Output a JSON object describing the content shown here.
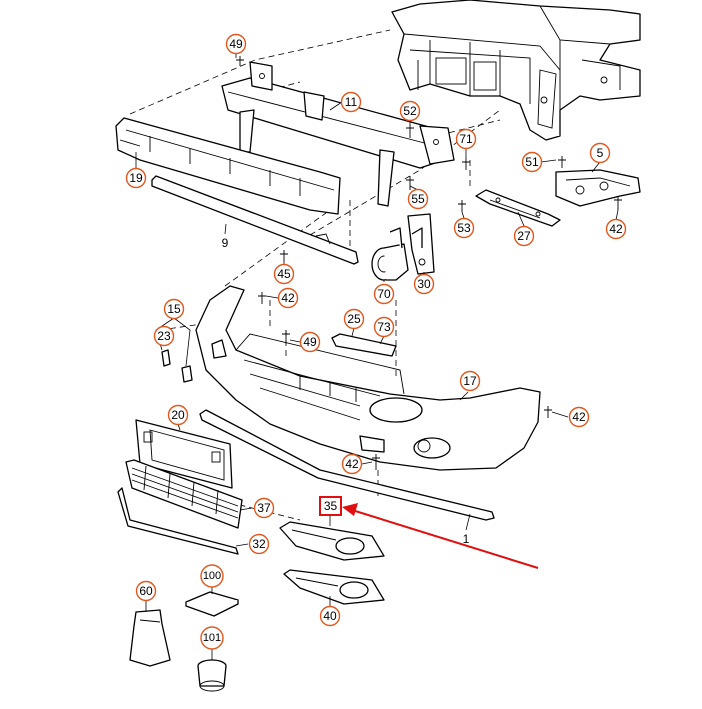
{
  "colors": {
    "callout_ring": "#e2571e",
    "highlight": "#e01010",
    "line": "#000000",
    "background": "#ffffff"
  },
  "callouts": [
    {
      "id": "c49a",
      "label": "49"
    },
    {
      "id": "c11",
      "label": "11"
    },
    {
      "id": "c52",
      "label": "52"
    },
    {
      "id": "c71",
      "label": "71"
    },
    {
      "id": "c19",
      "label": "19"
    },
    {
      "id": "c55",
      "label": "55"
    },
    {
      "id": "c51",
      "label": "51"
    },
    {
      "id": "c5",
      "label": "5"
    },
    {
      "id": "c53",
      "label": "53"
    },
    {
      "id": "c27",
      "label": "27"
    },
    {
      "id": "c42a",
      "label": "42"
    },
    {
      "id": "c9",
      "label": "9"
    },
    {
      "id": "c45",
      "label": "45"
    },
    {
      "id": "c70",
      "label": "70"
    },
    {
      "id": "c30",
      "label": "30"
    },
    {
      "id": "c15",
      "label": "15"
    },
    {
      "id": "c42b",
      "label": "42"
    },
    {
      "id": "c25",
      "label": "25"
    },
    {
      "id": "c73",
      "label": "73"
    },
    {
      "id": "c23",
      "label": "23"
    },
    {
      "id": "c49b",
      "label": "49"
    },
    {
      "id": "c17",
      "label": "17"
    },
    {
      "id": "c42c",
      "label": "42"
    },
    {
      "id": "c20",
      "label": "20"
    },
    {
      "id": "c42d",
      "label": "42"
    },
    {
      "id": "c37",
      "label": "37"
    },
    {
      "id": "c35",
      "label": "35"
    },
    {
      "id": "c1",
      "label": "1"
    },
    {
      "id": "c32",
      "label": "32"
    },
    {
      "id": "c40",
      "label": "40"
    },
    {
      "id": "c60",
      "label": "60"
    },
    {
      "id": "c100",
      "label": "100"
    },
    {
      "id": "c101",
      "label": "101"
    }
  ],
  "highlighted_part": "35"
}
